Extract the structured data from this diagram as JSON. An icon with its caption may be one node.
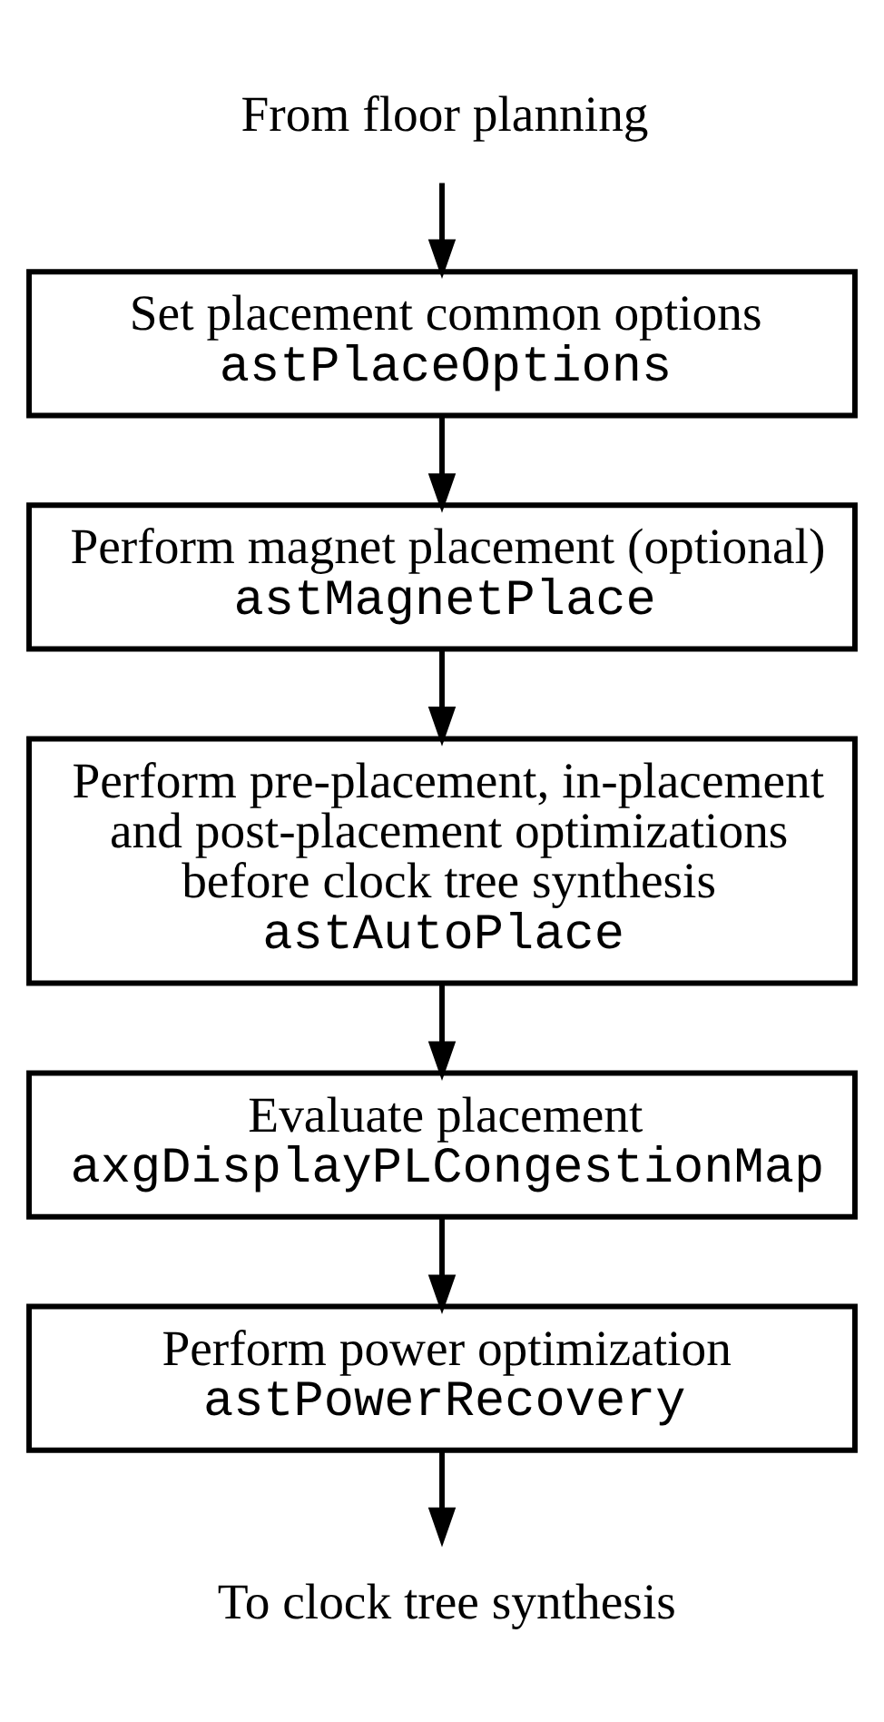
{
  "diagram": {
    "nodes": [
      {
        "text": [
          "From floor planning"
        ]
      },
      {
        "text": [
          "Set placement common options",
          "astPlaceOptions"
        ]
      },
      {
        "text": [
          "Perform magnet placement (optional)",
          "astMagnetPlace"
        ]
      },
      {
        "text": [
          "Perform pre-placement, in-placement and post-placement optimizations before clock tree synthesis",
          "astAutoPlace"
        ]
      },
      {
        "text": [
          "Evaluate placement",
          "axgDisplayPLCongestionMap"
        ]
      },
      {
        "text": [
          "Perform power optimization",
          "astPowerRecovery"
        ]
      },
      {
        "text": [
          "To clock tree synthesis"
        ]
      }
    ],
    "edges": [
      {
        "from": 0,
        "to": 1,
        "arrow": "to"
      },
      {
        "from": 1,
        "to": 2,
        "arrow": "to"
      },
      {
        "from": 2,
        "to": 3,
        "arrow": "to"
      },
      {
        "from": 3,
        "to": 4,
        "arrow": "to"
      },
      {
        "from": 4,
        "to": 5,
        "arrow": "to"
      },
      {
        "from": 5,
        "to": 6,
        "arrow": "to"
      }
    ]
  }
}
